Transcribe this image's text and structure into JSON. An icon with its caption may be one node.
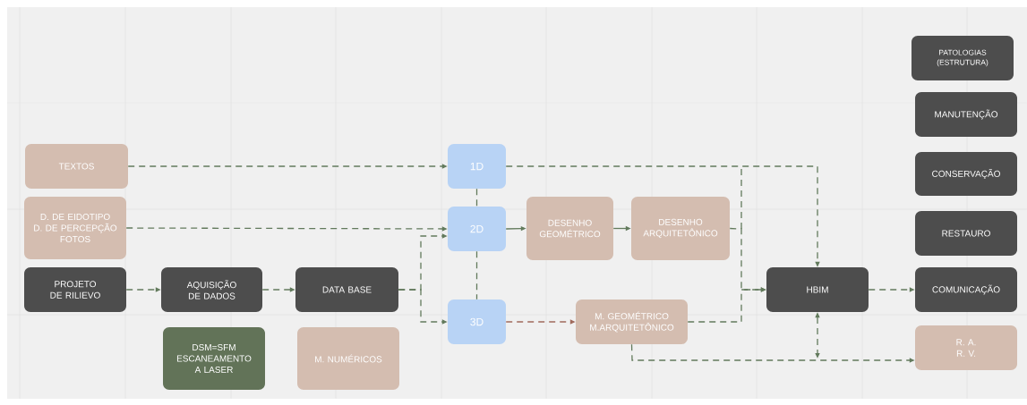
{
  "diagram": {
    "nodes": [
      {
        "text": [
          "TEXTOS"
        ]
      },
      {
        "text": [
          "D. DE EIDOTIPO",
          "D. DE PERCEPÇÃO",
          "FOTOS"
        ]
      },
      {
        "text": [
          "PROJETO DE RILIEVO"
        ]
      },
      {
        "text": [
          "AQUISIÇÃO DE DADOS"
        ]
      },
      {
        "text": [
          "DATA BASE"
        ]
      },
      {
        "text": [
          "1D"
        ]
      },
      {
        "text": [
          "2D"
        ]
      },
      {
        "text": [
          "3D"
        ]
      },
      {
        "text": [
          "DESENHO GEOMÉTRICO"
        ]
      },
      {
        "text": [
          "DESENHO ARQUITETÔNICO"
        ]
      },
      {
        "text": [
          "M. GEOMÉTRICO",
          "M.ARQUITETÔNICO"
        ]
      },
      {
        "text": [
          "HBIM"
        ]
      },
      {
        "text": [
          "PATOLOGIAS (ESTRUTURA)"
        ]
      },
      {
        "text": [
          "MANUTENÇÃO"
        ]
      },
      {
        "text": [
          "CONSERVAÇÃO"
        ]
      },
      {
        "text": [
          "RESTAURO"
        ]
      },
      {
        "text": [
          "COMUNICAÇÃO"
        ]
      },
      {
        "text": [
          "R. A.",
          "R. V."
        ]
      },
      {
        "text": [
          "DSM=SFM",
          "ESCANEAMENTO A LASER"
        ]
      },
      {
        "text": [
          "M. NUMÉRICOS"
        ]
      }
    ],
    "edges": [
      {
        "from": 0,
        "to": 5,
        "arrow": "to",
        "style": "dashed"
      },
      {
        "from": 1,
        "to": 6,
        "arrow": "to",
        "style": "dashed"
      },
      {
        "from": 2,
        "to": 3,
        "arrow": "to",
        "style": "dashed"
      },
      {
        "from": 3,
        "to": 4,
        "arrow": "to",
        "style": "dashed"
      },
      {
        "from": 4,
        "to": 6,
        "arrow": "to",
        "style": "dashed"
      },
      {
        "from": 4,
        "to": 7,
        "arrow": "to",
        "style": "dashed"
      },
      {
        "from": 5,
        "to": 6,
        "arrow": "none",
        "style": "dashed"
      },
      {
        "from": 6,
        "to": 7,
        "arrow": "none",
        "style": "dashed"
      },
      {
        "from": 6,
        "to": 8,
        "arrow": "to"
      },
      {
        "from": 8,
        "to": 9,
        "arrow": "to"
      },
      {
        "from": 7,
        "to": 10,
        "arrow": "to",
        "style": "dashed",
        "color": "#a06a5c"
      },
      {
        "from": 9,
        "to": 11,
        "arrow": "to",
        "style": "dashed"
      },
      {
        "from": 10,
        "to": 11,
        "arrow": "to",
        "style": "dashed"
      },
      {
        "from": 5,
        "to": 11,
        "arrow": "to",
        "style": "dashed"
      },
      {
        "from": 11,
        "to": 16,
        "arrow": "to",
        "style": "dashed"
      },
      {
        "from": 10,
        "to": 17,
        "arrow": "to",
        "style": "dashed"
      },
      {
        "from": 11,
        "to": null,
        "arrow": "both",
        "style": "dashed"
      }
    ]
  }
}
